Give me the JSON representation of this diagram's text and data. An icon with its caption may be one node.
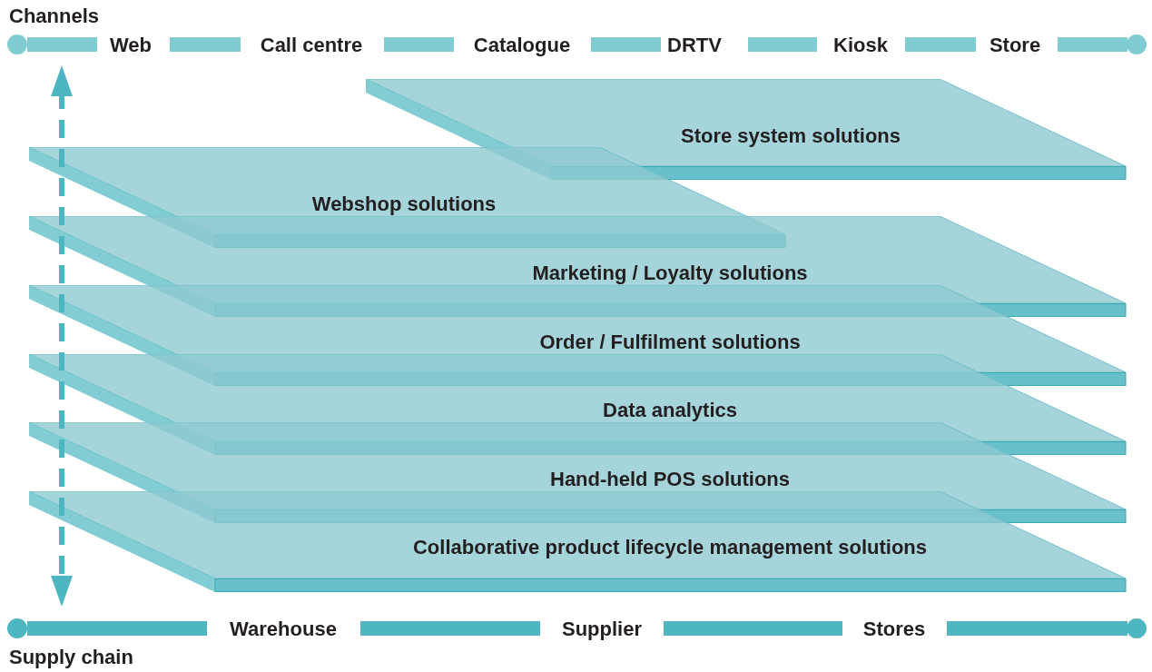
{
  "diagram": {
    "nodes": [
      {
        "text": [
          "Store system solutions"
        ]
      },
      {
        "text": [
          "Webshop solutions"
        ]
      },
      {
        "text": [
          "Marketing / Loyalty solutions"
        ]
      },
      {
        "text": [
          "Order / Fulfilment solutions"
        ]
      },
      {
        "text": [
          "Data analytics"
        ]
      },
      {
        "text": [
          "Hand-held POS solutions"
        ]
      },
      {
        "text": [
          "Collaborative product lifecycle management solutions"
        ]
      }
    ],
    "labels": [
      "Channels",
      "Web",
      "Call centre",
      "Catalogue",
      "DRTV",
      "Kiosk",
      "Store",
      "Warehouse",
      "Supplier",
      "Stores",
      "Supply chain"
    ]
  }
}
